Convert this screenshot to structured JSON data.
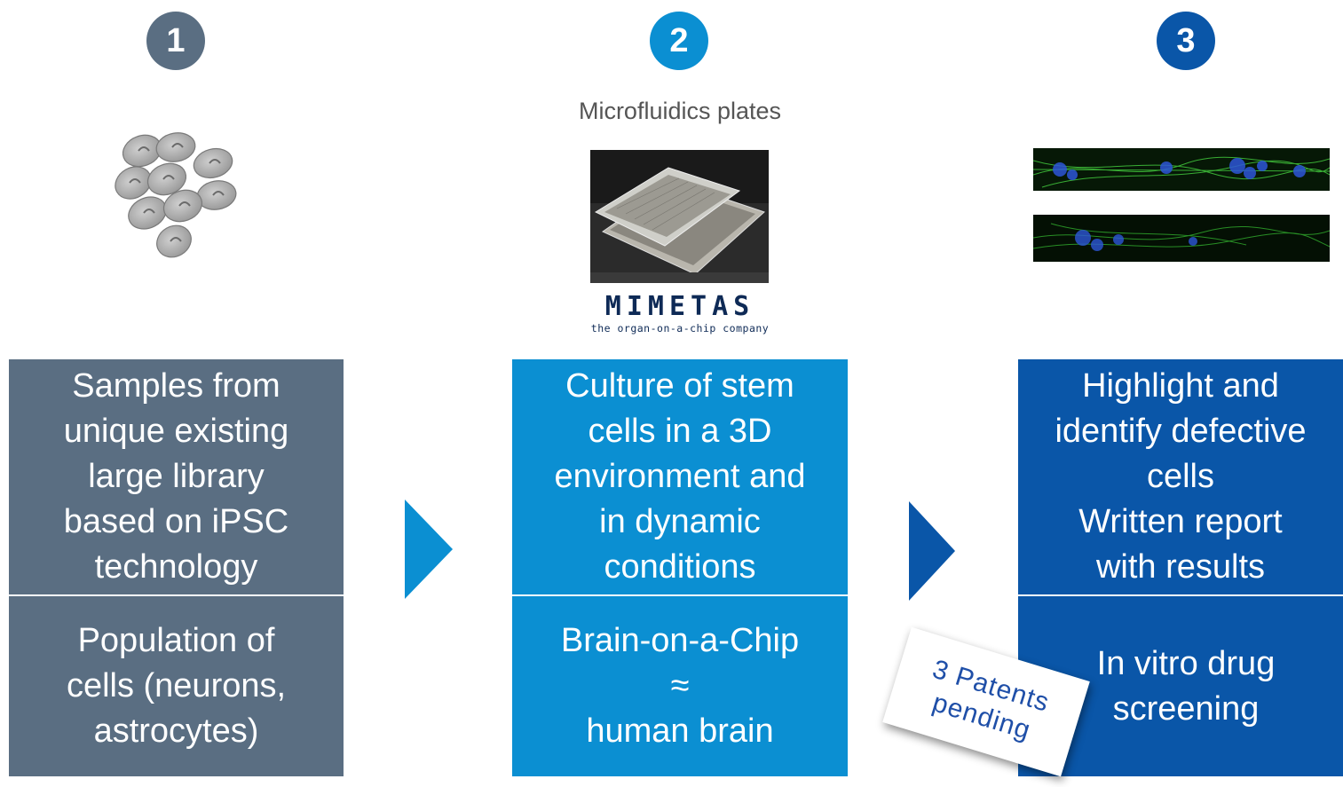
{
  "steps": [
    {
      "number": "1",
      "color": "#5a6e82",
      "box_top": [
        "Samples from",
        "unique existing",
        "large library",
        "based on iPSC",
        "technology"
      ],
      "box_bottom": [
        "Population of",
        "cells (neurons,",
        "astrocytes)"
      ]
    },
    {
      "number": "2",
      "color": "#0b8fd2",
      "label": "Microfluidics plates",
      "logo": {
        "name": "MIMETAS",
        "tagline": "the organ-on-a-chip company"
      },
      "box_top": [
        "Culture of stem",
        "cells in a 3D",
        "environment and",
        "in dynamic",
        "conditions"
      ],
      "box_bottom": [
        "Brain-on-a-Chip",
        "≈",
        "human brain"
      ]
    },
    {
      "number": "3",
      "color": "#0a56a8",
      "box_top": [
        "Highlight and",
        "identify defective",
        "cells",
        "Written report",
        "with results"
      ],
      "box_bottom": [
        "In vitro drug",
        "screening"
      ]
    }
  ],
  "stamp": {
    "line1": "3 Patents",
    "line2": "pending"
  },
  "arrows": [
    {
      "from": "1",
      "to": "2",
      "color": "#0b8fd2"
    },
    {
      "from": "2",
      "to": "3",
      "color": "#0a56a8"
    }
  ]
}
